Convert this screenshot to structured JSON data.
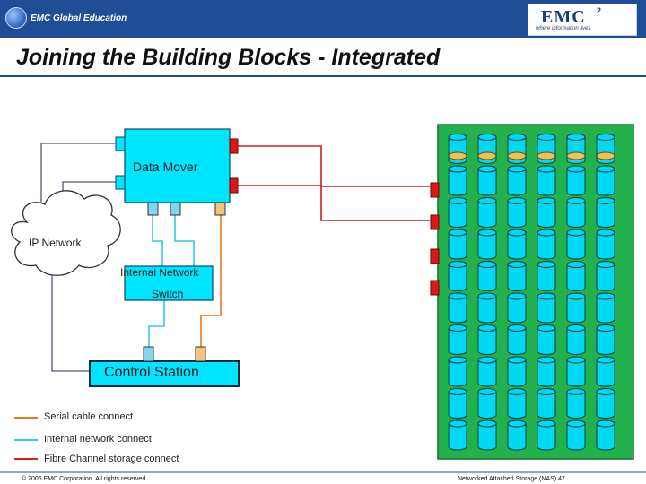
{
  "header": {
    "brand_left": "EMC Global Education",
    "brand_right": "EMC",
    "brand_right_sup": "2",
    "tagline": "where information lives"
  },
  "title": "Joining the Building Blocks - Integrated",
  "diagram": {
    "data_mover": "Data Mover",
    "ip_network": "IP Network",
    "internal_network_switch_line1": "Internal Network",
    "internal_network_switch_line2": "Switch",
    "control_station": "Control Station"
  },
  "legend": [
    {
      "label": "Serial cable connect",
      "color": "#e07a1f"
    },
    {
      "label": "Internal network connect",
      "color": "#33c9e6"
    },
    {
      "label": "Fibre Channel storage connect",
      "color": "#d41e1e"
    }
  ],
  "colors": {
    "box_fill": "#00e5ff",
    "storage_bg": "#22b14c",
    "disk_fill": "#00d8f4",
    "disk_highlight": "#f2c24a",
    "port_red": "#d61a1a"
  },
  "footer": {
    "copyright": "© 2006 EMC Corporation. All rights reserved.",
    "course": "Networked Attached Storage (NAS)",
    "page": "47"
  }
}
